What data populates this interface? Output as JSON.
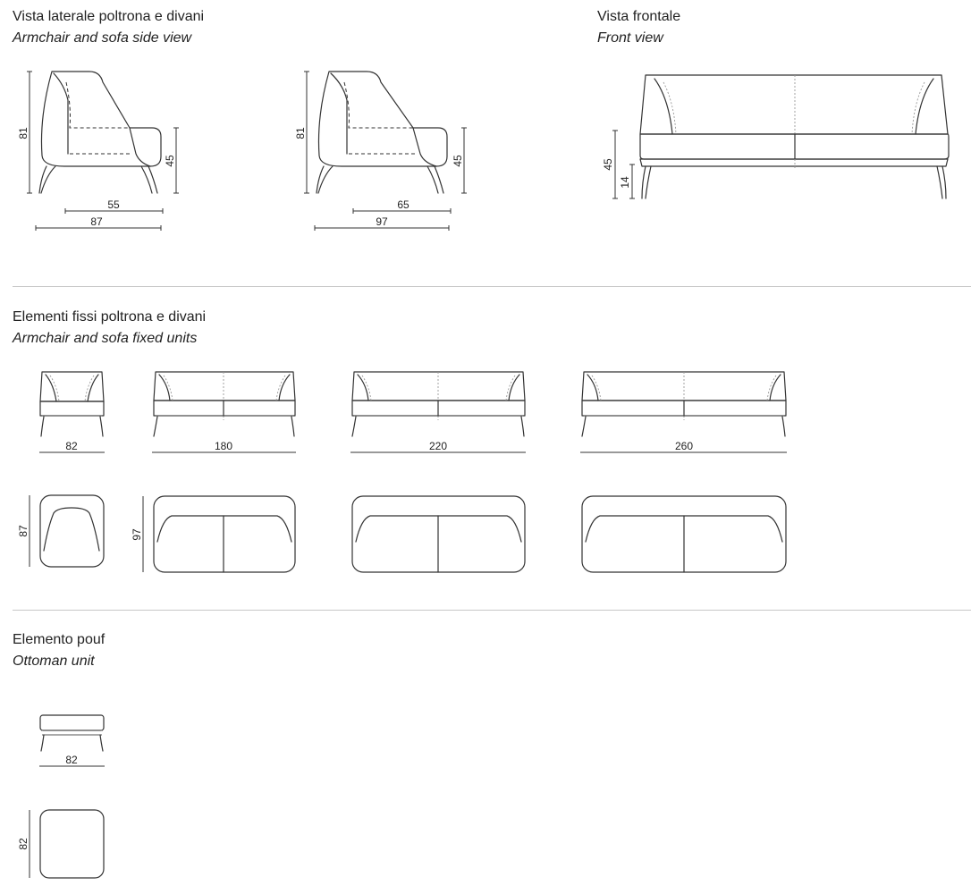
{
  "sections": {
    "side": {
      "title": "Vista laterale poltrona e divani",
      "subtitle": "Armchair and sofa side view"
    },
    "front": {
      "title": "Vista frontale",
      "subtitle": "Front view"
    },
    "fixed": {
      "title": "Elementi fissi poltrona e divani",
      "subtitle": "Armchair and sofa fixed units"
    },
    "pouf": {
      "title": "Elemento pouf",
      "subtitle": "Ottoman unit"
    }
  },
  "side_view": {
    "armchair": {
      "height": "81",
      "seat_height": "45",
      "seat_depth": "55",
      "depth": "87"
    },
    "sofa": {
      "height": "81",
      "seat_height": "45",
      "seat_depth": "65",
      "depth": "97"
    }
  },
  "front_view": {
    "seat_height": "45",
    "leg_height": "14"
  },
  "fixed_units": {
    "widths": [
      "82",
      "180",
      "220",
      "260"
    ],
    "armchair_depth": "87",
    "sofa_depth": "97"
  },
  "pouf": {
    "width": "82",
    "depth": "82"
  }
}
